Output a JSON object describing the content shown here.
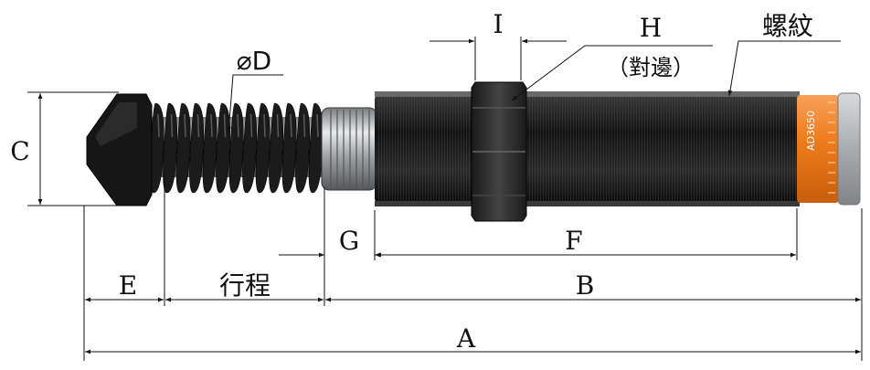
{
  "labels": {
    "A": "A",
    "B": "B",
    "C": "C",
    "D": "⌀D",
    "E": "E",
    "F": "F",
    "G": "G",
    "H": "H",
    "H_note": "（對邊）",
    "I": "I",
    "stroke": "行程",
    "thread": "螺紋",
    "model": "AD3650"
  },
  "colors": {
    "line": "#111111",
    "body": "#1a1a1a",
    "orange": "#f07d1e",
    "steel": "#b8bcc0"
  }
}
